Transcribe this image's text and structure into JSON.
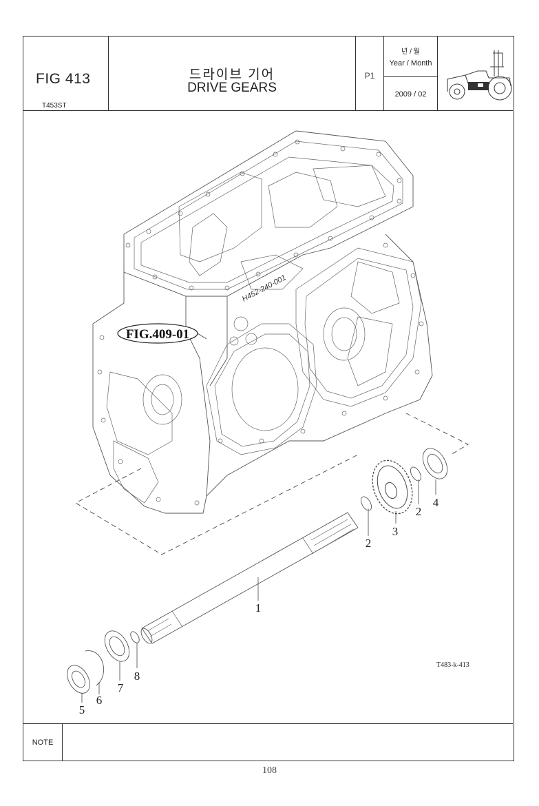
{
  "header": {
    "fig_number": "FIG 413",
    "model": "T453ST",
    "title_korean": "드라이브 기어",
    "title_english": "DRIVE GEARS",
    "page_label": "P1",
    "year_month_korean": "년 / 월",
    "year_month_label": "Year / Month",
    "year_month_value": "2009 / 02",
    "tractor_icon": "tractor-icon"
  },
  "drawing": {
    "reference_label": "FIG.409-01",
    "casting_mark": "H452-240-001",
    "drawing_code": "T483-k-413",
    "callouts": [
      "1",
      "2",
      "2",
      "3",
      "4",
      "5",
      "6",
      "7",
      "8"
    ]
  },
  "note": {
    "label": "NOTE"
  },
  "footer": {
    "page_number": "108"
  }
}
